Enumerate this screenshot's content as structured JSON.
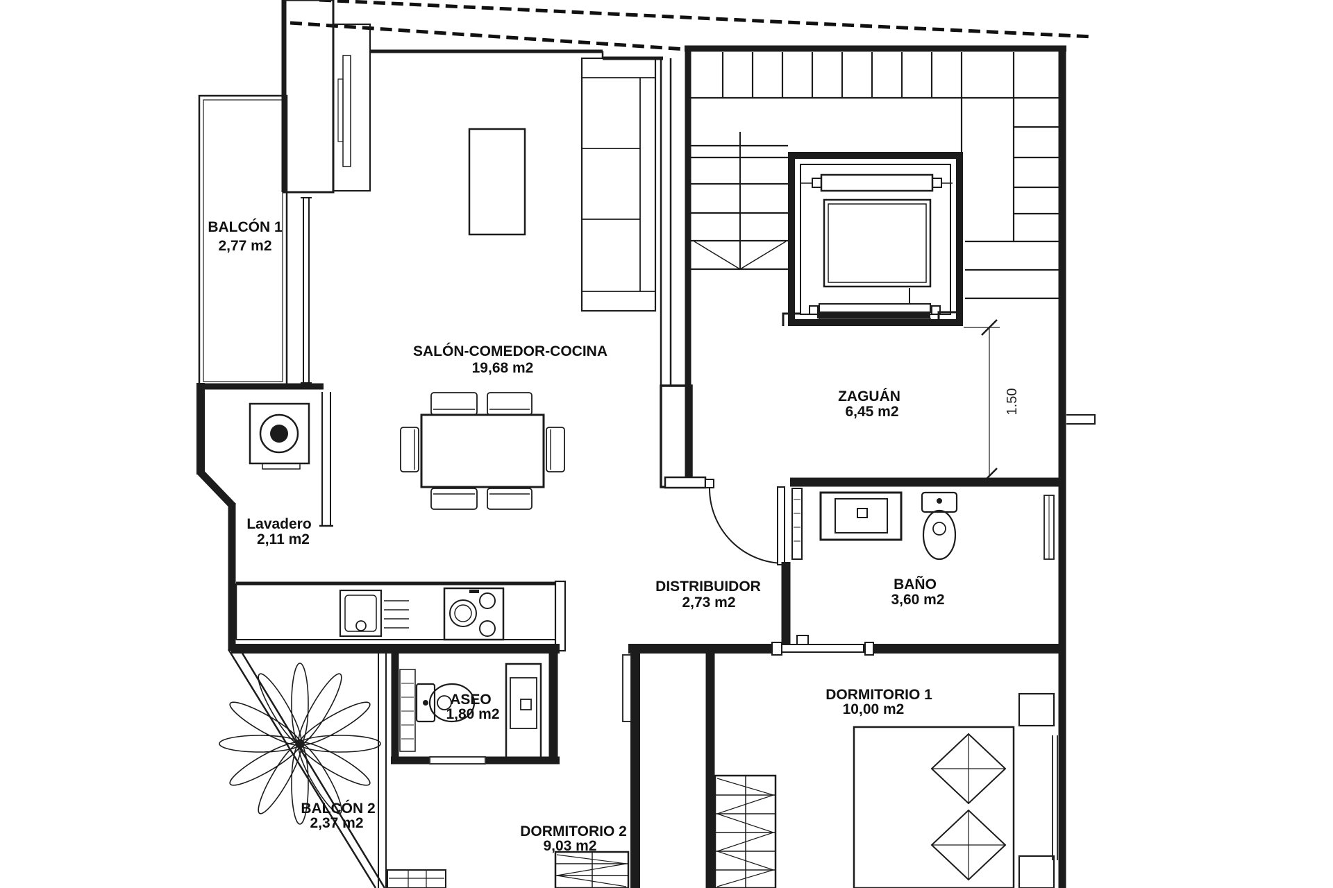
{
  "title": "Apartment floor plan",
  "colors": {
    "background": "#ffffff",
    "line": "#1c1c1c",
    "text": "#111111"
  },
  "rooms": {
    "balcon1": {
      "name": "BALCÓN 1",
      "area": "2,77 m2"
    },
    "salon": {
      "name": "SALÓN-COMEDOR-COCINA",
      "area": "19,68 m2"
    },
    "zaguan": {
      "name": "ZAGUÁN",
      "area": "6,45 m2"
    },
    "lavadero": {
      "name": "Lavadero",
      "area": "2,11 m2"
    },
    "distribuidor": {
      "name": "DISTRIBUIDOR",
      "area": "2,73 m2"
    },
    "bano": {
      "name": "BAÑO",
      "area": "3,60 m2"
    },
    "aseo": {
      "name": "ASEO",
      "area": "1,80 m2"
    },
    "dormitorio1": {
      "name": "DORMITORIO 1",
      "area": "10,00 m2"
    },
    "balcon2": {
      "name": "BALCÓN 2",
      "area": "2,37 m2"
    },
    "dormitorio2": {
      "name": "DORMITORIO 2",
      "area": "9,03 m2"
    }
  },
  "dimension": {
    "label": "1.50"
  }
}
